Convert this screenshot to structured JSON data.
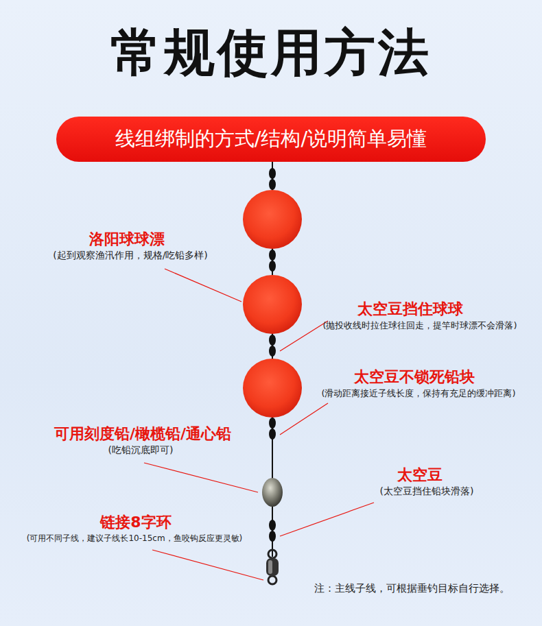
{
  "diagram": {
    "title": "常规使用方法",
    "nodes": [
      {
        "text": [
          "线组绑制的方式/结构/说明简单易懂"
        ]
      }
    ],
    "labels": [
      "洛阳球球漂",
      "(起到观察渔汛作用，规格/吃铅多样)",
      "太空豆挡住球球",
      "(抛投收线时拉住球往回走，提竿时球漂不会滑落)",
      "太空豆不锁死铅块",
      "(滑动距离接近子线长度，保持有充足的缓冲距离)",
      "可用刻度铅/橄榄铅/通心铅",
      "(吃铅沉底即可)",
      "太空豆",
      "(太空豆挡住铅块滑落)",
      "链接8字环",
      "(可用不同子线，建议子线长10-15cm，鱼咬钩反应更灵敏)",
      "注：主线子线，可根据垂钓目标自行选择。"
    ]
  }
}
